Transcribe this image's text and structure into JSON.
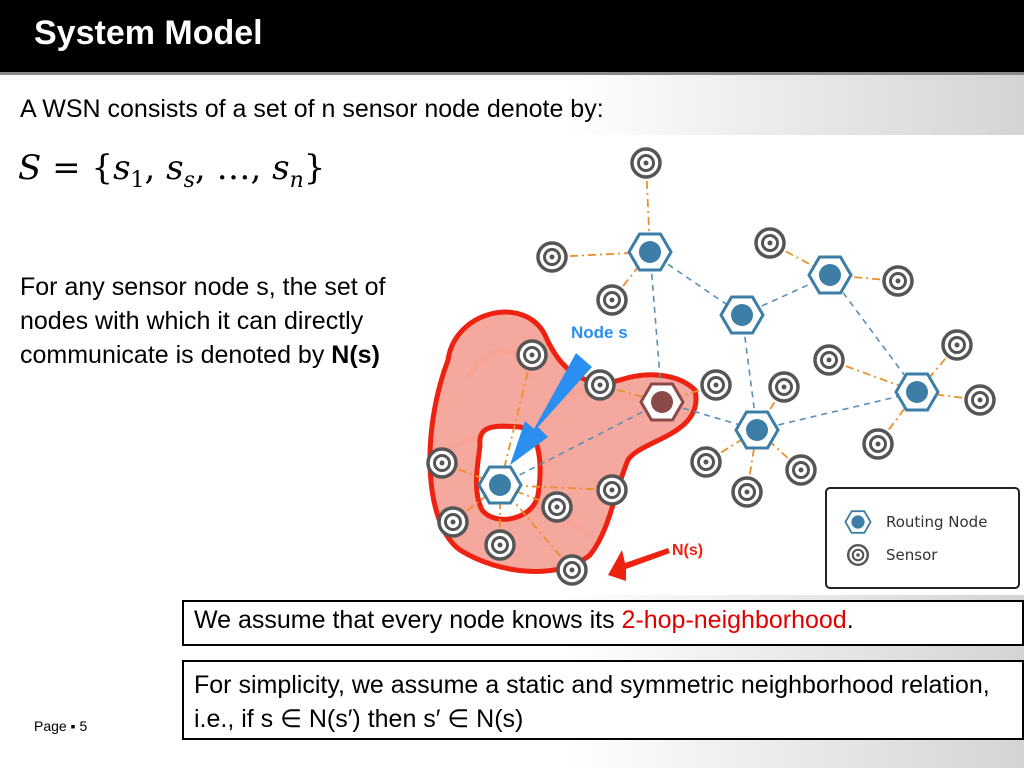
{
  "slide": {
    "title": "System Model",
    "subtitle": "A WSN consists of a set of n sensor node denote by:",
    "formula": {
      "lhs": "S",
      "eq": "=",
      "open": "{",
      "s": "s",
      "sub1": "1",
      "comma1": ", ",
      "subs": "s",
      "comma2": ", …, ",
      "subn": "n",
      "close": "}"
    },
    "neighbor_text": "For any sensor node s, the set of nodes with which it can directly communicate is denoted by ",
    "neighbor_term": "N(s)",
    "assume_text": "We assume that every node knows its ",
    "assume_highlight": "2-hop-neighborhood",
    "assume_end": ".",
    "simplicity_text": "For simplicity, we assume a static and symmetric neighborhood relation, i.e., if s ∈ N(s′) then s′ ∈ N(s)",
    "page_label": "Page ▪ 5"
  },
  "diagram": {
    "node_label": "Node s",
    "neighborhood_label": "N(s)",
    "legend": {
      "routing_label": "Routing Node",
      "sensor_label": "Sensor"
    },
    "colors": {
      "routing_fill": "#3d7ea6",
      "routing_stroke": "#9cc1dc",
      "sensor": "#555555",
      "routing_link": "#5a8fb8",
      "sensor_link": "#e8912d",
      "highlight": "#ee2211",
      "arrow": "#2a8ff0"
    }
  }
}
